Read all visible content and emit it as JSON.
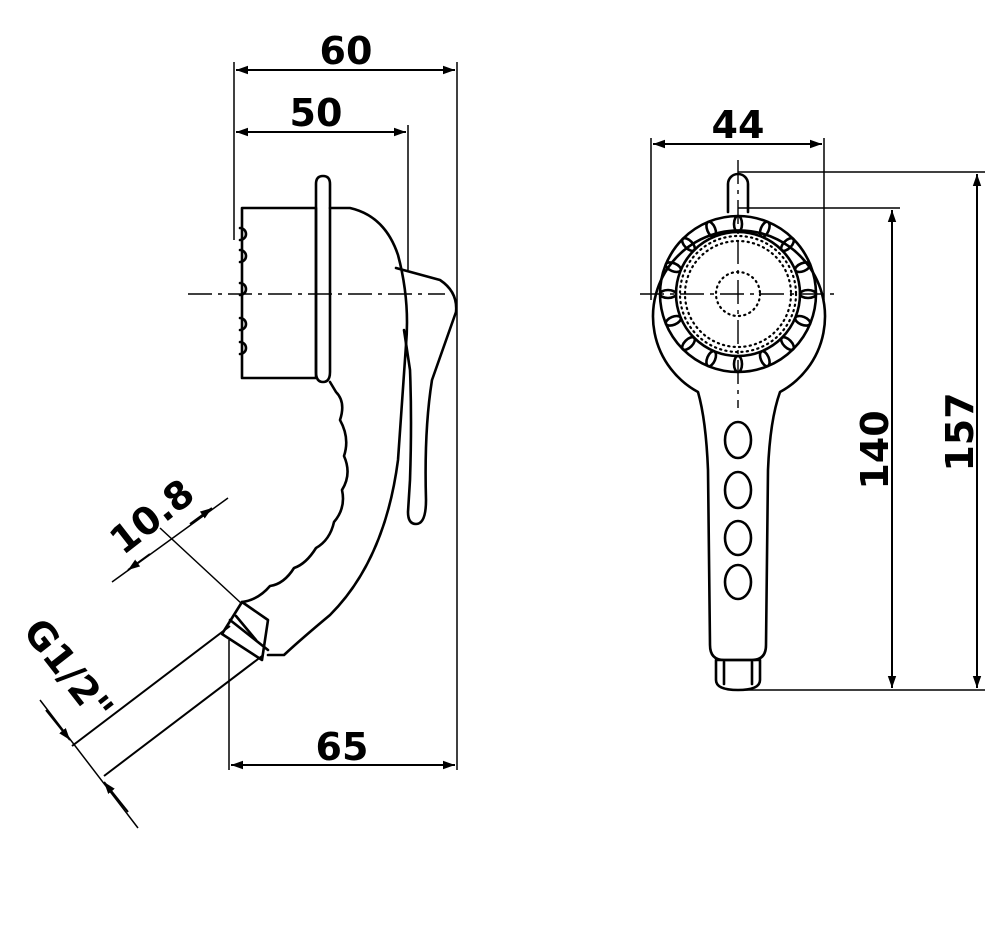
{
  "side_view": {
    "dim_top_width": "60",
    "dim_face_width": "50",
    "dim_bottom_width": "65",
    "dim_connector": "10.8",
    "thread_label": "G1/2\""
  },
  "front_view": {
    "dim_head_width": "44",
    "dim_length_to_head": "140",
    "dim_total_length": "157"
  }
}
